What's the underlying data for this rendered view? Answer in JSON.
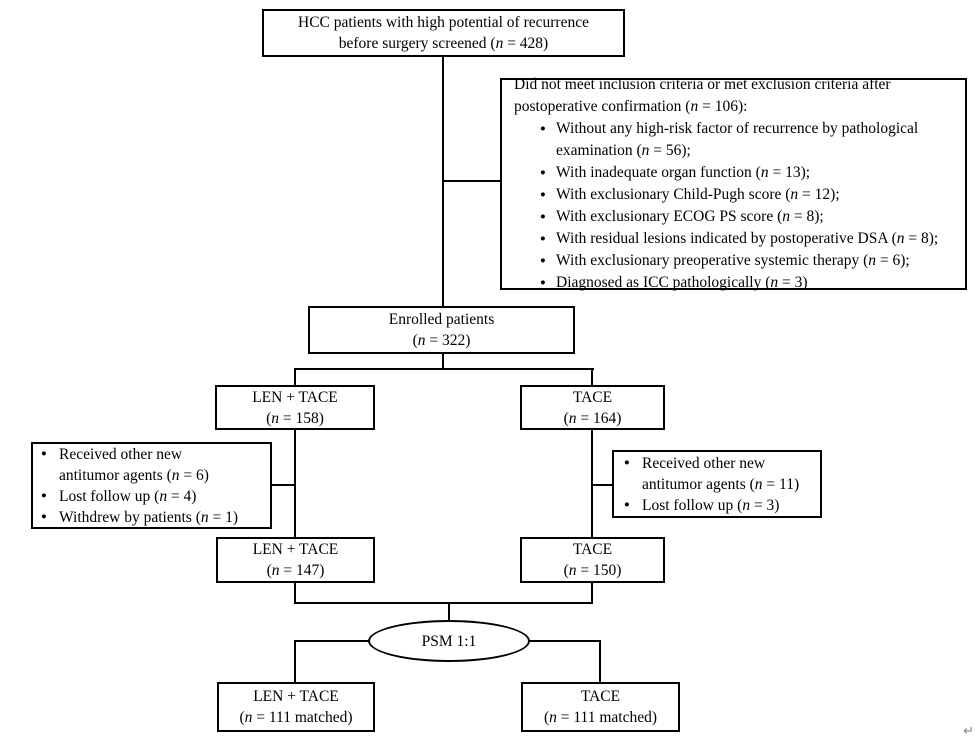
{
  "nodes": {
    "screened": {
      "lines": [
        "HCC patients with high potential of recurrence",
        "before surgery screened (n = 428)"
      ]
    },
    "exclusion": {
      "header_lines": [
        "Did not meet inclusion criteria or met exclusion criteria after",
        "postoperative confirmation (n = 106):"
      ],
      "items": [
        {
          "lines": [
            "Without any high-risk factor of recurrence by pathological",
            "examination (n = 56);"
          ]
        },
        {
          "lines": [
            "With inadequate organ function (n = 13);"
          ]
        },
        {
          "lines": [
            "With exclusionary Child-Pugh score (n = 12);"
          ]
        },
        {
          "lines": [
            "With exclusionary ECOG PS score (n = 8);"
          ]
        },
        {
          "lines": [
            "With residual lesions indicated by postoperative DSA (n = 8);"
          ]
        },
        {
          "lines": [
            "With exclusionary preoperative systemic therapy (n = 6);"
          ]
        },
        {
          "lines": [
            "Diagnosed as ICC pathologically (n = 3)"
          ]
        }
      ]
    },
    "enrolled": {
      "lines": [
        "Enrolled patients",
        "(n = 322)"
      ]
    },
    "len_arm": {
      "lines": [
        "LEN + TACE",
        "(n = 158)"
      ]
    },
    "tace_arm": {
      "lines": [
        "TACE",
        "(n = 164)"
      ]
    },
    "len_dropout": {
      "items": [
        {
          "lines": [
            "Received other new",
            "antitumor agents (n = 6)"
          ]
        },
        {
          "lines": [
            "Lost follow up (n = 4)"
          ]
        },
        {
          "lines": [
            "Withdrew by patients (n = 1)"
          ]
        }
      ]
    },
    "tace_dropout": {
      "items": [
        {
          "lines": [
            "Received other new",
            "antitumor agents (n = 11)"
          ]
        },
        {
          "lines": [
            "Lost follow up (n = 3)"
          ]
        }
      ]
    },
    "len_after": {
      "lines": [
        "LEN + TACE",
        "(n = 147)"
      ]
    },
    "tace_after": {
      "lines": [
        "TACE",
        "(n = 150)"
      ]
    },
    "psm": {
      "label": "PSM 1:1"
    },
    "len_matched": {
      "lines": [
        "LEN + TACE",
        "(n = 111 matched)"
      ]
    },
    "tace_matched": {
      "lines": [
        "TACE",
        "(n = 111 matched)"
      ]
    }
  },
  "glyphs": {
    "bullet": "●",
    "corner_mark": "↵"
  },
  "colors": {
    "ink": "#000000",
    "background": "#ffffff",
    "corner_mark": "#8a8a8a"
  }
}
